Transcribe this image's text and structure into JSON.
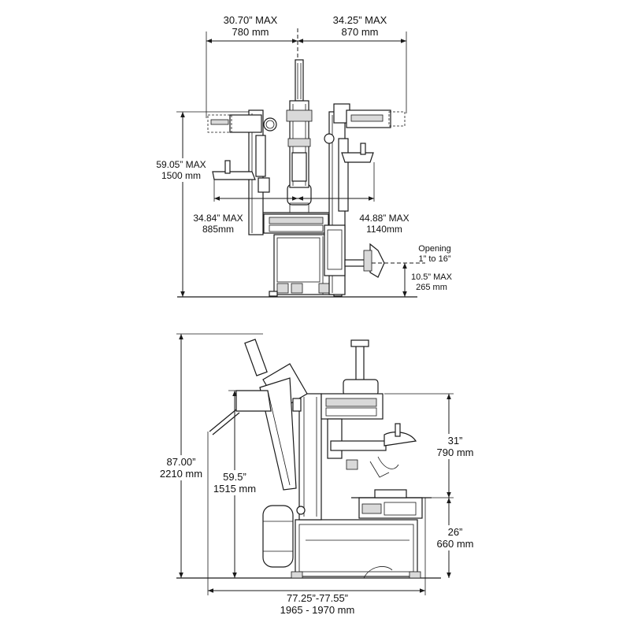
{
  "front_view": {
    "width_left": {
      "imperial": "30.70” MAX",
      "metric": "780 mm"
    },
    "width_right": {
      "imperial": "34.25” MAX",
      "metric": "870 mm"
    },
    "height_max": {
      "imperial": "59.05” MAX",
      "metric": "1500 mm"
    },
    "reach_left": {
      "imperial": "34.84” MAX",
      "metric": "885mm"
    },
    "reach_right": {
      "imperial": "44.88” MAX",
      "metric": "1140mm"
    },
    "opening": {
      "line1": "Opening",
      "line2": "1” to 16”"
    },
    "clamp_height": {
      "imperial": "10.5” MAX",
      "metric": "265 mm"
    }
  },
  "side_view": {
    "total_height": {
      "imperial": "87.00”",
      "metric": "2210 mm"
    },
    "arm_height": {
      "imperial": "59.5”",
      "metric": "1515 mm"
    },
    "upper_section": {
      "imperial": "31”",
      "metric": "790 mm"
    },
    "lower_section": {
      "imperial": "26”",
      "metric": "660 mm"
    },
    "total_length": {
      "imperial": "77.25”-77.55”",
      "metric": "1965 - 1970 mm"
    }
  },
  "colors": {
    "line": "#1a1a1a",
    "background": "#ffffff"
  }
}
